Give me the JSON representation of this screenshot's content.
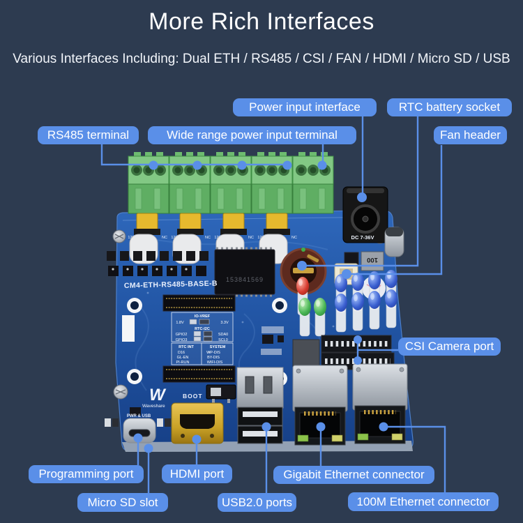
{
  "header": {
    "title": "More Rich Interfaces",
    "subtitle": "Various Interfaces Including: Dual ETH / RS485 / CSI / FAN / HDMI / Micro SD / USB"
  },
  "labels": {
    "power_input": "Power input interface",
    "rtc_battery": "RTC battery socket",
    "rs485": "RS485 terminal",
    "wide_range": "Wide range power input terminal",
    "fan_header": "Fan header",
    "csi": "CSI Camera port",
    "programming": "Programming port",
    "hdmi": "HDMI port",
    "gigabit": "Gigabit Ethernet connector",
    "micro_sd": "Micro SD slot",
    "usb20": "USB2.0 ports",
    "eth_100m": "100M Ethernet connector"
  },
  "board": {
    "model": "CM4-ETH-RS485-BASE-B",
    "dc_rating": "DC 7-36V",
    "chip_marking": "153841569",
    "inductor_marking": "100",
    "boot": "BOOT",
    "brand": "Waveshare",
    "brand_initial": "W",
    "usbc_silk": "PWR & USB",
    "silk_120r": "120R",
    "silk_nc": "NC",
    "tables": {
      "io_vref": "IO-VREF",
      "v_18": "1.8V",
      "v_33": "3.3V",
      "rtc_i2c": "RTC-I2C",
      "gpio2": "GPIO2",
      "sda0": "SDA0",
      "gpio3": "GPIO3",
      "scl0": "SCL0",
      "rtc_int": "RTC INT",
      "system": "SYSTEM",
      "d16": "D16",
      "wp_dis": "WP-DIS",
      "gl_en": "GL-EN",
      "by_dis": "BY-DIS",
      "pi_run": "PI-RUN",
      "wifi_dis": "WIFI-DIS"
    }
  },
  "colors": {
    "background": "#2d3b50",
    "label_bg": "#5a8fe8",
    "callout_line": "#5a8fe8",
    "pcb_blue": "#2158a8",
    "terminal_green": "#5fae63",
    "hdmi_gold": "#c9a227",
    "led_red": "#d63a2e",
    "led_green": "#49b554",
    "led_blue": "#3a5fd0"
  }
}
